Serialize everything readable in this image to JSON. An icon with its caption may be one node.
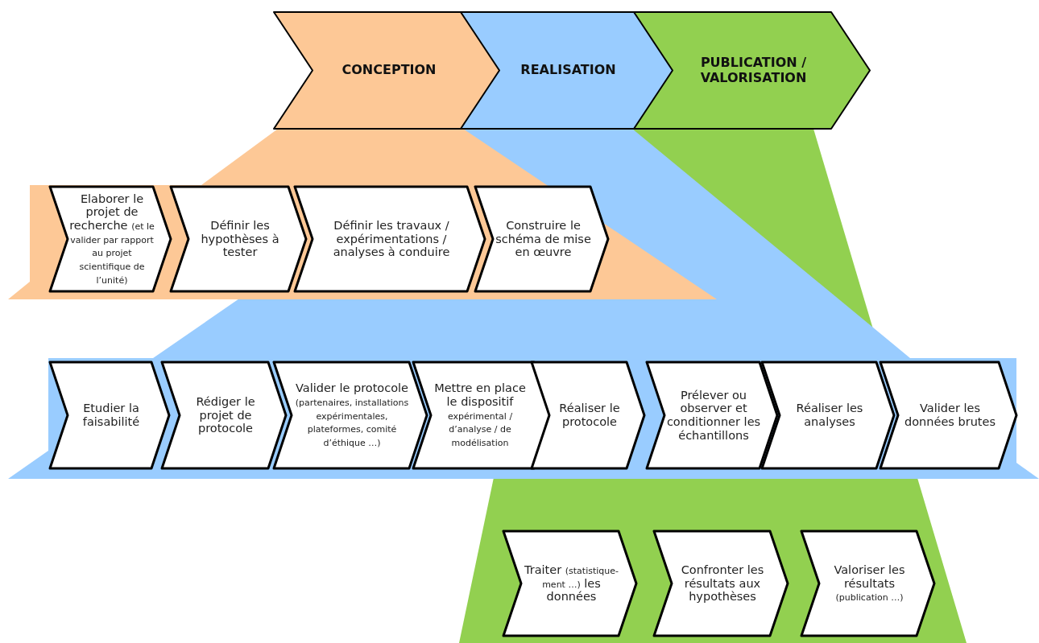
{
  "diagram": {
    "nodes": [
      {
        "text": [
          "CONCEPTION"
        ]
      },
      {
        "text": [
          "REALISATION"
        ]
      },
      {
        "text": [
          "PUBLICATION / VALORISATION"
        ]
      },
      {
        "text": [
          "Elaborer le projet de recherche",
          "(et le valider par rapport au projet scientifique de l’unité)"
        ]
      },
      {
        "text": [
          "Définir les hypothèses à tester"
        ]
      },
      {
        "text": [
          "Définir les travaux / expérimentations / analyses à conduire"
        ]
      },
      {
        "text": [
          "Construire le schéma de mise en œuvre"
        ]
      },
      {
        "text": [
          "Etudier la faisabilité"
        ]
      },
      {
        "text": [
          "Rédiger le projet de protocole"
        ]
      },
      {
        "text": [
          "Valider le protocole",
          "(partenaires, installations expérimentales, plateformes, comité d’éthique …)"
        ]
      },
      {
        "text": [
          "Mettre en place le dispositif",
          "expérimental / d’analyse / de modélisation"
        ]
      },
      {
        "text": [
          "Réaliser le protocole"
        ]
      },
      {
        "text": [
          "Prélever ou observer et conditionner les échantillons"
        ]
      },
      {
        "text": [
          "Réaliser les analyses"
        ]
      },
      {
        "text": [
          "Valider les données brutes"
        ]
      },
      {
        "text": [
          "Traiter",
          "(statistique-ment …)",
          "les données"
        ]
      },
      {
        "text": [
          "Confronter les résultats aux hypothèses"
        ]
      },
      {
        "text": [
          "Valoriser les résultats",
          "(publication …)"
        ]
      }
    ]
  }
}
